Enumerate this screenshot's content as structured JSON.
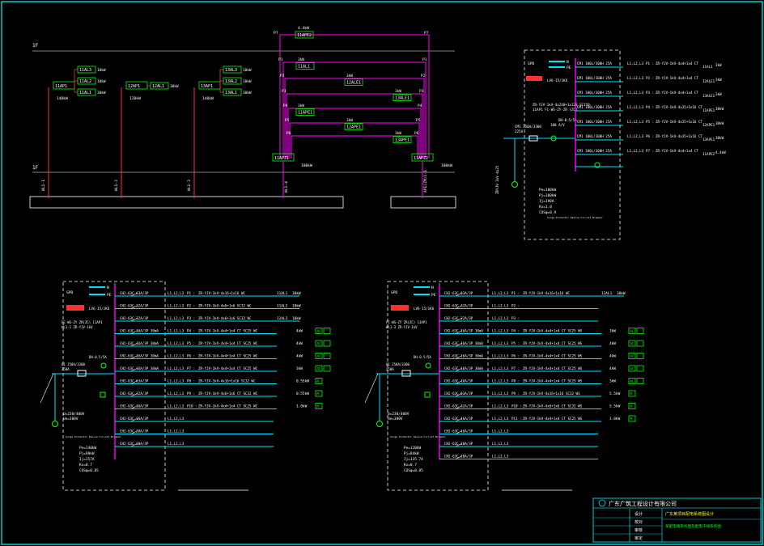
{
  "riser": {
    "floor_top": "1F",
    "floor_bottom": "1F",
    "panels": [
      {
        "box": "11AP1",
        "subs": [
          "11AL3",
          "11AL2",
          "11AL1"
        ],
        "sub_kw": [
          "10kW",
          "10kW",
          "30kW"
        ],
        "total": "140kW",
        "bus": "WL1-1"
      },
      {
        "box": "12AP1",
        "subs": [
          "12AL1"
        ],
        "sub_kw": [
          "30kW"
        ],
        "total": "120kW",
        "bus": "WL1-2"
      },
      {
        "box": "13AP1",
        "subs": [
          "13AL3",
          "13AL2",
          "13AL1"
        ],
        "sub_kw": [
          "10kW",
          "10kW",
          "30kW"
        ],
        "total": "140kW",
        "bus": "WL1-3"
      }
    ],
    "fire": {
      "top_box": "11APE2",
      "top_kw": "4.4kW",
      "ring": [
        {
          "id": "P1",
          "box": "11AL1",
          "kw": "3kW"
        },
        {
          "id": "P2",
          "box": "12ALE1",
          "kw": "3kW"
        },
        {
          "id": "P3",
          "box": "13ALE1",
          "kw": "3kW"
        },
        {
          "id": "P4",
          "box": "11APE1",
          "kw": "3kW"
        },
        {
          "id": "P5",
          "box": "12APE1",
          "kw": "3kW"
        },
        {
          "id": "P6",
          "box": "13APE1",
          "kw": "3kW"
        }
      ],
      "p7": "P7",
      "left_box": "11APZ1",
      "right_box": "11APZ2",
      "left_kw": "100kW",
      "right_kw": "100kW",
      "bus_left": "WL1-4",
      "bus_right": "APE(ZM)1-1"
    }
  },
  "panel_tr": {
    "spd": "SPD",
    "n": "N",
    "pe": "PE",
    "meter": "LV6-15/1K6",
    "incoming": "ZR-YJV-1kV-4x240+1x120 SC150",
    "incoming2": "11AP1 FC-WS-ZY-ZR (ZC)",
    "breaker": "CM1 250A/3300",
    "breaker_sub": "225A",
    "rcd": "DH-0.5/5A",
    "rcd_sub": "100 A/V",
    "cable_down": "ZRYJV-1kV-4x25",
    "notes": [
      "Pe=100kW",
      "Pj=100kW",
      "Ij=190A",
      "Kx=1.0",
      "COSφ=0.9"
    ],
    "caption": "Surge Protector Device Circuit Breaker",
    "rows": [
      {
        "brk": "CM1 100L/300H 25A",
        "ph": "L1,L2,L3",
        "id": "P1",
        "cable": "ZR-YJV-1kV-4x4+1x4 CT",
        "dest": "11AL1",
        "kw": "3kW"
      },
      {
        "brk": "CM1 100L/300H 25A",
        "ph": "L1,L2,L3",
        "id": "P2",
        "cable": "ZR-YJV-1kV-4x4+1x4 CT",
        "dest": "12ALE1",
        "kw": "3kW"
      },
      {
        "brk": "CM1 100L/300H 25A",
        "ph": "L1,L2,L3",
        "id": "P3",
        "cable": "ZR-YJV-1kV-4x4+1x4 CT",
        "dest": "13ALE1",
        "kw": "3kW"
      },
      {
        "brk": "CM1 100L/300H 25A",
        "ph": "L1,L2,L3",
        "id": "P4",
        "cable": "ZR-YJV-1kV-4x35+1x16 CT",
        "dest": "11APE1",
        "kw": "30kW"
      },
      {
        "brk": "CM1 100L/300H 25A",
        "ph": "L1,L2,L3",
        "id": "P5",
        "cable": "ZR-YJV-1kV-4x35+1x16 CT",
        "dest": "12APE1",
        "kw": "30kW"
      },
      {
        "brk": "CM1 100L/300H 25A",
        "ph": "L1,L2,L3",
        "id": "P6",
        "cable": "ZR-YJV-1kV-4x35+1x16 CT",
        "dest": "13APE1",
        "kw": "30kW"
      },
      {
        "brk": "CM1 100L/300H 25A",
        "ph": "L1,L2,L3",
        "id": "P7",
        "cable": "ZR-YJV-1kV-4x4+1x4 CT",
        "dest": "11APE2",
        "kw": "4.4kW"
      }
    ]
  },
  "panel_bl": {
    "spd": "SPD",
    "n": "N",
    "pe": "PE",
    "meter": "LV6-15/1K6",
    "feed": "FC-WS-ZY ZR(ZC) 11AP1",
    "feed2": "WL1-1 ZR-YJV-1kV",
    "main": "Q1 250A/3300",
    "main2": "250A",
    "rcd": "DH-0.5/5A",
    "volt": "U=230/400V",
    "volt2": "Ue=380V",
    "notes": [
      "Pe=140kW",
      "Pj=98kW",
      "Ij=157A",
      "Kx=0.7",
      "COSφ=0.85"
    ],
    "caption": "Surge Protector Device Circuit Breaker",
    "rows": [
      {
        "brk": "CH2-63C 63A/3P",
        "ph": "L1,L2,L3",
        "id": "P1",
        "cable": "ZR-YJV-1kV-4x16+1x16 WC",
        "dest": "11AL1",
        "kw": "30kW",
        "tag": "",
        "tag_kw": ""
      },
      {
        "brk": "CH2-63C 32A/3P",
        "ph": "L1,L2,L3",
        "id": "P2",
        "cable": "ZR-YJV-1kV-4x6+1x6 SC32 WC",
        "dest": "11AL2",
        "kw": "10kW",
        "tag": "",
        "tag_kw": ""
      },
      {
        "brk": "CH2-63C 32A/3P",
        "ph": "L1,L2,L3",
        "id": "P3",
        "cable": "ZR-YJV-1kV-4x6+1x6 SC32 WC",
        "dest": "11AL3",
        "kw": "10kW",
        "tag": "",
        "tag_kw": ""
      },
      {
        "brk": "CH2-63C 16A/3P 30mA",
        "ph": "L1,L2,L3",
        "id": "P4",
        "cable": "ZR-YJV-1kV-4x4+1x4 CT SC25 WC",
        "dest": "",
        "kw": "",
        "tag": "AC",
        "tag_kw": "4kW"
      },
      {
        "brk": "CH2-63C 16A/3P 30mA",
        "ph": "L1,L2,L3",
        "id": "P5",
        "cable": "ZR-YJV-1kV-4x4+1x4 CT SC25 WC",
        "dest": "",
        "kw": "",
        "tag": "AC",
        "tag_kw": "4kW"
      },
      {
        "brk": "CH2-63C 16A/3P 30mA",
        "ph": "L1,L2,L3",
        "id": "P6",
        "cable": "ZR-YJV-1kV-4x4+1x4 CT SC25 WC",
        "dest": "",
        "kw": "",
        "tag": "AC",
        "tag_kw": "4kW"
      },
      {
        "brk": "CH2-63C 16A/3P 30mA",
        "ph": "L1,L2,L3",
        "id": "P7",
        "cable": "ZR-YJV-1kV-4x4+1x4 CT SC25 WC",
        "dest": "",
        "kw": "",
        "tag": "AC",
        "tag_kw": "3kW"
      },
      {
        "brk": "CH2-63C 63A/3P",
        "ph": "L1,L2,L3",
        "id": "P8",
        "cable": "ZR-YJV-1kV-4x16+1x16 SC32 WC",
        "dest": "",
        "kw": "",
        "tag": "M",
        "tag_kw": "0.55kW"
      },
      {
        "brk": "CH2-63C 32A/3P",
        "ph": "L1,L2,L3",
        "id": "P9",
        "cable": "ZR-YJV-1kV-4x6+1x6 CT SC32 WC",
        "dest": "",
        "kw": "",
        "tag": "M",
        "tag_kw": "0.55kW"
      },
      {
        "brk": "CH2-63C 16A/3P",
        "ph": "L1,L2,L3",
        "id": "P10",
        "cable": "ZR-YJV-1kV-4x4+1x4 CT SC25 WC",
        "dest": "",
        "kw": "",
        "tag": "M",
        "tag_kw": "1.0kW"
      },
      {
        "brk": "CH2-63C 16A/3P",
        "ph": "L1,L2,L3",
        "id": "",
        "cable": "",
        "dest": "",
        "kw": "",
        "tag": "",
        "tag_kw": ""
      },
      {
        "brk": "CH2-63C 20A/3P",
        "ph": "L1,L2,L3",
        "id": "",
        "cable": "",
        "dest": "",
        "kw": "",
        "tag": "",
        "tag_kw": ""
      },
      {
        "brk": "CH2-63C 20A/3P",
        "ph": "L1,L2,L3",
        "id": "",
        "cable": "",
        "dest": "",
        "kw": "",
        "tag": "",
        "tag_kw": ""
      }
    ]
  },
  "panel_br": {
    "spd": "SPD",
    "n": "N",
    "pe": "PE",
    "meter": "LV6-15/1K6",
    "feed": "FC-WS-ZY ZR(ZC) 13AP1",
    "feed2": "WL1-3 ZR-YJV-1kV",
    "main": "Q1 250A/3300",
    "main2": "250A",
    "rcd": "DH-0.5/5A",
    "volt": "U=230/400V",
    "volt2": "Ue=380V",
    "notes": [
      "Pe=120kW",
      "Pj=84kW",
      "Ij=135.7A",
      "Kx=0.7",
      "COSφ=0.85"
    ],
    "caption": "Surge Protector Device Circuit Breaker",
    "rows": [
      {
        "brk": "CH2-63C 63A/3P",
        "ph": "L1,L2,L3",
        "id": "P1",
        "cable": "ZR-YJV-1kV-4x16+1x16 WC",
        "dest": "12AL1",
        "kw": "30kW",
        "tag": "",
        "tag_kw": ""
      },
      {
        "brk": "CH2-63C 32A/3P",
        "ph": "L1,L2,L3",
        "id": "P2",
        "cable": "",
        "dest": "",
        "kw": "",
        "tag": "",
        "tag_kw": ""
      },
      {
        "brk": "CH2-63C 32A/3P",
        "ph": "L1,L2,L3",
        "id": "P3",
        "cable": "",
        "dest": "",
        "kw": "",
        "tag": "",
        "tag_kw": ""
      },
      {
        "brk": "CH2-63C 16A/3P 30mA",
        "ph": "L1,L2,L3",
        "id": "P4",
        "cable": "ZR-YJV-1kV-4x4+1x4 CT SC25 WS",
        "dest": "",
        "kw": "",
        "tag": "AC",
        "tag_kw": "3kW"
      },
      {
        "brk": "CH2-63C 16A/3P 30mA",
        "ph": "L1,L2,L3",
        "id": "P5",
        "cable": "ZR-YJV-1kV-4x4+1x4 CT SC25 WS",
        "dest": "",
        "kw": "",
        "tag": "AC",
        "tag_kw": "4kW"
      },
      {
        "brk": "CH2-63C 16A/3P 30mA",
        "ph": "L1,L2,L3",
        "id": "P6",
        "cable": "ZR-YJV-1kV-4x4+1x4 CT SC25 WS",
        "dest": "",
        "kw": "",
        "tag": "AC",
        "tag_kw": "4kW"
      },
      {
        "brk": "CH2-63C 16A/3P 30mA",
        "ph": "L1,L2,L3",
        "id": "P7",
        "cable": "ZR-YJV-1kV-4x4+1x4 CT SC25 WS",
        "dest": "",
        "kw": "",
        "tag": "AC",
        "tag_kw": "4kW"
      },
      {
        "brk": "CH2-63C 16A/3P",
        "ph": "L1,L2,L3",
        "id": "P8",
        "cable": "ZR-YJV-1kV-4x4+1x4 CT SC25 WS",
        "dest": "",
        "kw": "",
        "tag": "AC",
        "tag_kw": "3kW"
      },
      {
        "brk": "CH2-63C 63A/3P",
        "ph": "L1,L2,L3",
        "id": "P9",
        "cable": "ZR-YJV-1kV-4x16+1x16 SC32 WS",
        "dest": "",
        "kw": "",
        "tag": "M",
        "tag_kw": "5.5kW"
      },
      {
        "brk": "CH2-63C 32A/3P",
        "ph": "L1,L2,L3",
        "id": "P10",
        "cable": "ZR-YJV-1kV-4x6+1x6 CT SC32 WS",
        "dest": "",
        "kw": "",
        "tag": "M",
        "tag_kw": "5.5kW"
      },
      {
        "brk": "CH2-63C 16A/3P",
        "ph": "L1,L2,L3",
        "id": "P11",
        "cable": "ZR-YJV-1kV-4x4+1x4 CT SC25 WS",
        "dest": "",
        "kw": "",
        "tag": "M",
        "tag_kw": "1.0kW"
      },
      {
        "brk": "CH2-63C 16A/3P",
        "ph": "L1,L2,L3",
        "id": "",
        "cable": "",
        "dest": "",
        "kw": "",
        "tag": "",
        "tag_kw": ""
      },
      {
        "brk": "CH2-63C 20A/3P",
        "ph": "L1,L2,L3",
        "id": "",
        "cable": "",
        "dest": "",
        "kw": "",
        "tag": "",
        "tag_kw": ""
      },
      {
        "brk": "CH2-63C 20A/3P",
        "ph": "L1,L2,L3",
        "id": "",
        "cable": "",
        "dest": "",
        "kw": "",
        "tag": "",
        "tag_kw": ""
      }
    ]
  },
  "title_block": {
    "company": "广东广筑工程设计有限公司",
    "project": "广东某项目配电系统图设计",
    "drawing": "某配电箱系统图及配电干线系统图",
    "labels": [
      "设计",
      "校对",
      "审核",
      "审定"
    ]
  },
  "colors": {
    "bg": "#000000",
    "frame": "#00c8d0",
    "cyan": "#00e5ff",
    "magenta": "#ff00ff",
    "red": "#ff3030",
    "green": "#00ff00",
    "white": "#ffffff",
    "yellow": "#ffff00"
  }
}
